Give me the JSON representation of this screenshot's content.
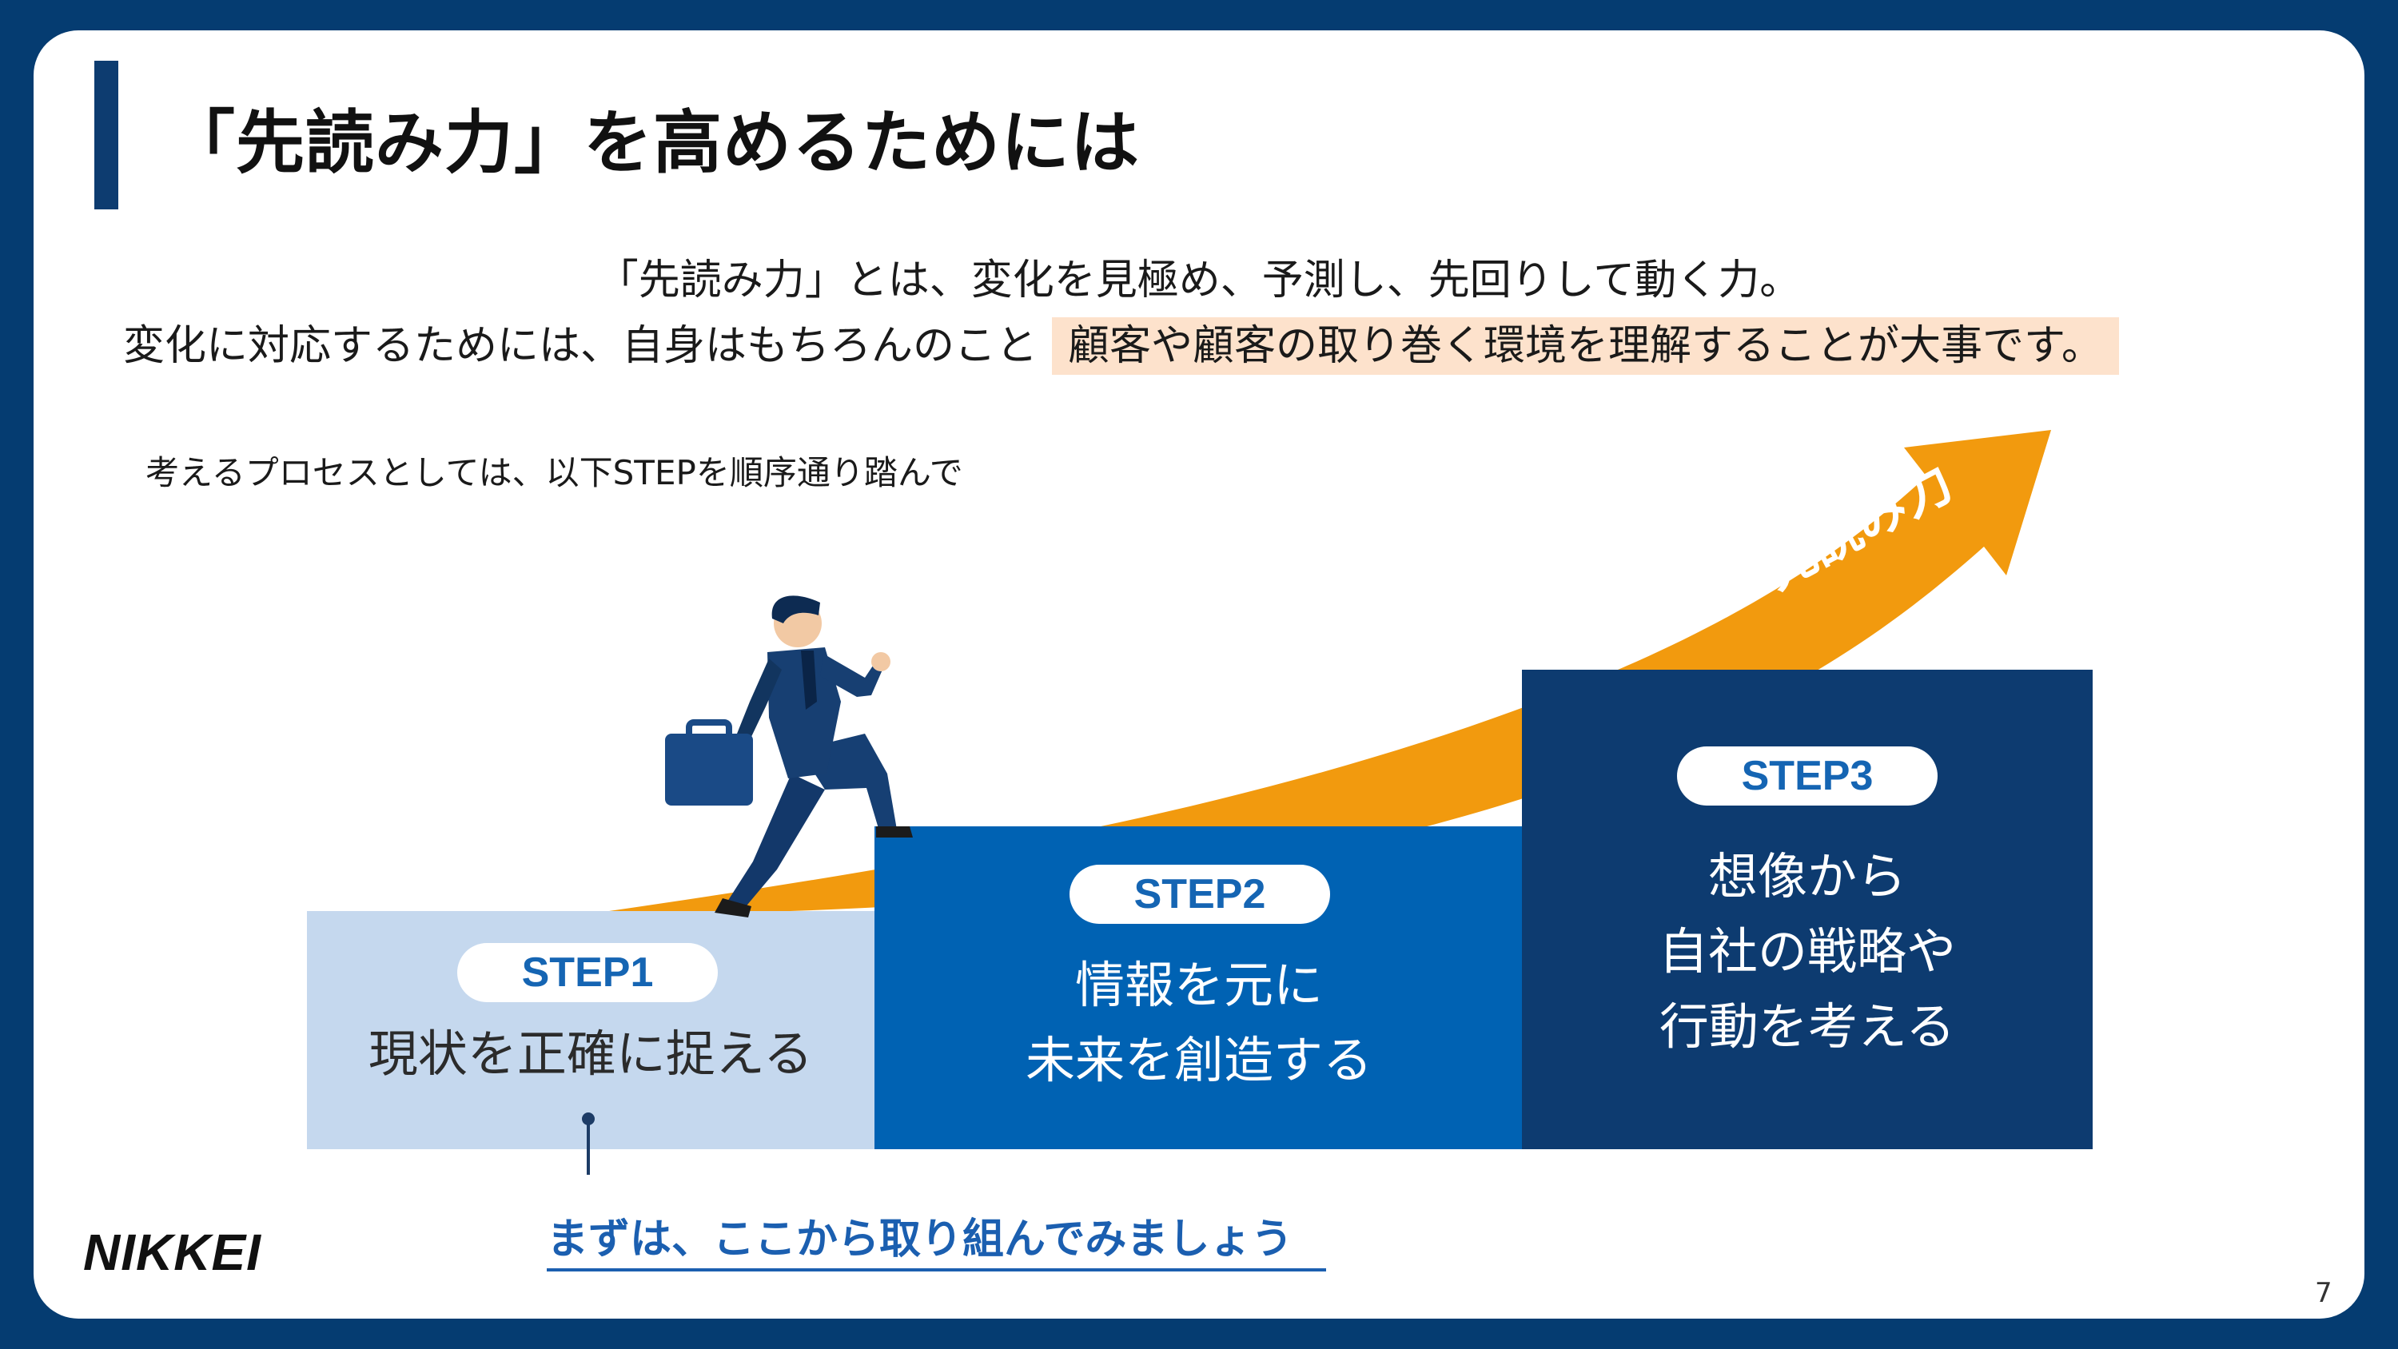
{
  "slide": {
    "title": "「先読み力」を高めるためには",
    "lead_line1": "「先読み力」とは、変化を見極め、予測し、先回りして動く力。",
    "lead_line2_plain": "変化に対応するためには、自身はもちろんのこと",
    "lead_line2_highlight": "顧客や顧客の取り巻く環境を理解することが大事です。",
    "process_note": "考えるプロセスとしては、以下STEPを順序通り踏んで",
    "arrow_label": "先読み力",
    "steps": [
      {
        "badge": "STEP1",
        "text": "現状を正確に捉える"
      },
      {
        "badge": "STEP2",
        "text": "情報を元に\n未来を創造する"
      },
      {
        "badge": "STEP3",
        "text": "想像から\n自社の戦略や\n行動を考える"
      }
    ],
    "cta": "まずは、ここから取り組んでみましょう",
    "logo": "NIKKEI",
    "page_number": "7"
  },
  "colors": {
    "frame": "#053c71",
    "title_bar": "#0d3c70",
    "highlight": "#fde2cc",
    "arrow": "#f29a0e",
    "step1": "#c5d8ee",
    "step2": "#0062b3",
    "step3": "#0d3b70",
    "badge_text": "#1565b3",
    "cta": "#1b5fb0"
  },
  "icons": {
    "figure": "businessman-climbing-icon",
    "arrow": "growth-arrow-icon"
  }
}
